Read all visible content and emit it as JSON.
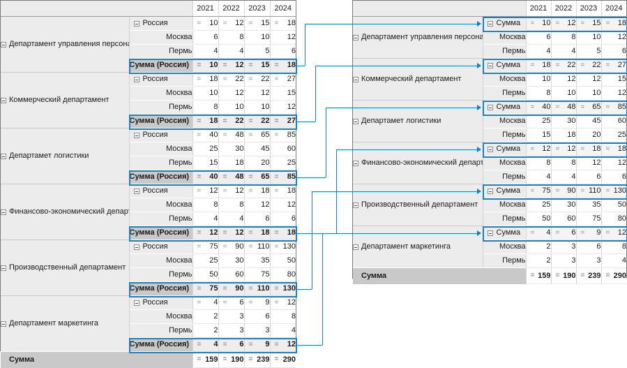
{
  "years": [
    "2021",
    "2022",
    "2023",
    "2024"
  ],
  "labels": {
    "russia": "Россия",
    "moscow": "Москва",
    "perm": "Пермь",
    "sum_russia": "Сумма (Россия)",
    "sum": "Сумма",
    "grand_total": "Сумма"
  },
  "icons": {
    "expander": "collapse-minus-icon",
    "formula": "=",
    "arrow": "arrow-right-icon"
  },
  "colors": {
    "selection": "#1e7fc2",
    "connector": "#1580c4",
    "header_bg": "#ececec",
    "summary_bg": "#c9c9c9",
    "grid": "#d6d6d6"
  },
  "left_table": {
    "departments": [
      {
        "name": "Департамент управления персоналом",
        "rows": [
          {
            "label": "Россия",
            "kind": "root",
            "formula": true,
            "values": [
              "10",
              "12",
              "15",
              "18"
            ]
          },
          {
            "label": "Москва",
            "kind": "child",
            "formula": false,
            "values": [
              "6",
              "8",
              "10",
              "12"
            ]
          },
          {
            "label": "Пермь",
            "kind": "child",
            "formula": false,
            "values": [
              "4",
              "4",
              "5",
              "6"
            ]
          },
          {
            "label": "Сумма (Россия)",
            "kind": "sum",
            "formula": true,
            "values": [
              "10",
              "12",
              "15",
              "18"
            ]
          }
        ]
      },
      {
        "name": "Коммерческий департамент",
        "rows": [
          {
            "label": "Россия",
            "kind": "root",
            "formula": true,
            "values": [
              "18",
              "22",
              "22",
              "27"
            ]
          },
          {
            "label": "Москва",
            "kind": "child",
            "formula": false,
            "values": [
              "10",
              "12",
              "12",
              "15"
            ]
          },
          {
            "label": "Пермь",
            "kind": "child",
            "formula": false,
            "values": [
              "8",
              "10",
              "10",
              "12"
            ]
          },
          {
            "label": "Сумма (Россия)",
            "kind": "sum",
            "formula": true,
            "values": [
              "18",
              "22",
              "22",
              "27"
            ]
          }
        ]
      },
      {
        "name": "Департамет логистики",
        "rows": [
          {
            "label": "Россия",
            "kind": "root",
            "formula": true,
            "values": [
              "40",
              "48",
              "65",
              "85"
            ]
          },
          {
            "label": "Москва",
            "kind": "child",
            "formula": false,
            "values": [
              "25",
              "30",
              "45",
              "60"
            ]
          },
          {
            "label": "Пермь",
            "kind": "child",
            "formula": false,
            "values": [
              "15",
              "18",
              "20",
              "25"
            ]
          },
          {
            "label": "Сумма (Россия)",
            "kind": "sum",
            "formula": true,
            "values": [
              "40",
              "48",
              "65",
              "85"
            ]
          }
        ]
      },
      {
        "name": "Финансово-экономический департамент",
        "rows": [
          {
            "label": "Россия",
            "kind": "root",
            "formula": true,
            "values": [
              "12",
              "12",
              "18",
              "18"
            ]
          },
          {
            "label": "Москва",
            "kind": "child",
            "formula": false,
            "values": [
              "8",
              "8",
              "12",
              "12"
            ]
          },
          {
            "label": "Пермь",
            "kind": "child",
            "formula": false,
            "values": [
              "4",
              "4",
              "6",
              "6"
            ]
          },
          {
            "label": "Сумма (Россия)",
            "kind": "sum",
            "formula": true,
            "values": [
              "12",
              "12",
              "18",
              "18"
            ]
          }
        ]
      },
      {
        "name": "Производственный департамент",
        "rows": [
          {
            "label": "Россия",
            "kind": "root",
            "formula": true,
            "values": [
              "75",
              "90",
              "110",
              "130"
            ]
          },
          {
            "label": "Москва",
            "kind": "child",
            "formula": false,
            "values": [
              "25",
              "30",
              "35",
              "50"
            ]
          },
          {
            "label": "Пермь",
            "kind": "child",
            "formula": false,
            "values": [
              "50",
              "60",
              "75",
              "80"
            ]
          },
          {
            "label": "Сумма (Россия)",
            "kind": "sum",
            "formula": true,
            "values": [
              "75",
              "90",
              "110",
              "130"
            ]
          }
        ]
      },
      {
        "name": "Департамент маркетинга",
        "rows": [
          {
            "label": "Россия",
            "kind": "root",
            "formula": true,
            "values": [
              "4",
              "6",
              "9",
              "12"
            ]
          },
          {
            "label": "Москва",
            "kind": "child",
            "formula": false,
            "values": [
              "2",
              "3",
              "6",
              "8"
            ]
          },
          {
            "label": "Пермь",
            "kind": "child",
            "formula": false,
            "values": [
              "2",
              "3",
              "3",
              "4"
            ]
          },
          {
            "label": "Сумма (Россия)",
            "kind": "sum",
            "formula": true,
            "values": [
              "4",
              "6",
              "9",
              "12"
            ]
          }
        ]
      }
    ],
    "total": {
      "label": "Сумма",
      "formula": true,
      "values": [
        "159",
        "190",
        "239",
        "290"
      ]
    }
  },
  "right_table": {
    "departments": [
      {
        "name": "Департамент управления персоналом",
        "rows": [
          {
            "label": "Сумма",
            "kind": "sum2",
            "formula": true,
            "values": [
              "10",
              "12",
              "15",
              "18"
            ]
          },
          {
            "label": "Москва",
            "kind": "child",
            "formula": false,
            "values": [
              "6",
              "8",
              "10",
              "12"
            ]
          },
          {
            "label": "Пермь",
            "kind": "child",
            "formula": false,
            "values": [
              "4",
              "4",
              "5",
              "6"
            ]
          }
        ]
      },
      {
        "name": "Коммерческий департамент",
        "rows": [
          {
            "label": "Сумма",
            "kind": "sum2",
            "formula": true,
            "values": [
              "18",
              "22",
              "22",
              "27"
            ]
          },
          {
            "label": "Москва",
            "kind": "child",
            "formula": false,
            "values": [
              "10",
              "12",
              "12",
              "15"
            ]
          },
          {
            "label": "Пермь",
            "kind": "child",
            "formula": false,
            "values": [
              "8",
              "10",
              "10",
              "12"
            ]
          }
        ]
      },
      {
        "name": "Департамет логистики",
        "rows": [
          {
            "label": "Сумма",
            "kind": "sum2",
            "formula": true,
            "values": [
              "40",
              "48",
              "65",
              "85"
            ]
          },
          {
            "label": "Москва",
            "kind": "child",
            "formula": false,
            "values": [
              "25",
              "30",
              "45",
              "60"
            ]
          },
          {
            "label": "Пермь",
            "kind": "child",
            "formula": false,
            "values": [
              "15",
              "18",
              "20",
              "25"
            ]
          }
        ]
      },
      {
        "name": "Финансово-экономический департамент",
        "rows": [
          {
            "label": "Сумма",
            "kind": "sum2",
            "formula": true,
            "values": [
              "12",
              "12",
              "18",
              "18"
            ]
          },
          {
            "label": "Москва",
            "kind": "child",
            "formula": false,
            "values": [
              "8",
              "8",
              "12",
              "12"
            ]
          },
          {
            "label": "Пермь",
            "kind": "child",
            "formula": false,
            "values": [
              "4",
              "4",
              "6",
              "6"
            ]
          }
        ]
      },
      {
        "name": "Производственный департамент",
        "rows": [
          {
            "label": "Сумма",
            "kind": "sum2",
            "formula": true,
            "values": [
              "75",
              "90",
              "110",
              "130"
            ]
          },
          {
            "label": "Москва",
            "kind": "child",
            "formula": false,
            "values": [
              "25",
              "30",
              "35",
              "50"
            ]
          },
          {
            "label": "Пермь",
            "kind": "child",
            "formula": false,
            "values": [
              "50",
              "60",
              "75",
              "80"
            ]
          }
        ]
      },
      {
        "name": "Департамент маркетинга",
        "rows": [
          {
            "label": "Сумма",
            "kind": "sum2",
            "formula": true,
            "values": [
              "4",
              "6",
              "9",
              "12"
            ]
          },
          {
            "label": "Москва",
            "kind": "child",
            "formula": false,
            "values": [
              "2",
              "3",
              "6",
              "8"
            ]
          },
          {
            "label": "Пермь",
            "kind": "child",
            "formula": false,
            "values": [
              "2",
              "3",
              "3",
              "4"
            ]
          }
        ]
      }
    ],
    "total": {
      "label": "Сумма",
      "formula": true,
      "values": [
        "159",
        "190",
        "239",
        "290"
      ]
    }
  }
}
